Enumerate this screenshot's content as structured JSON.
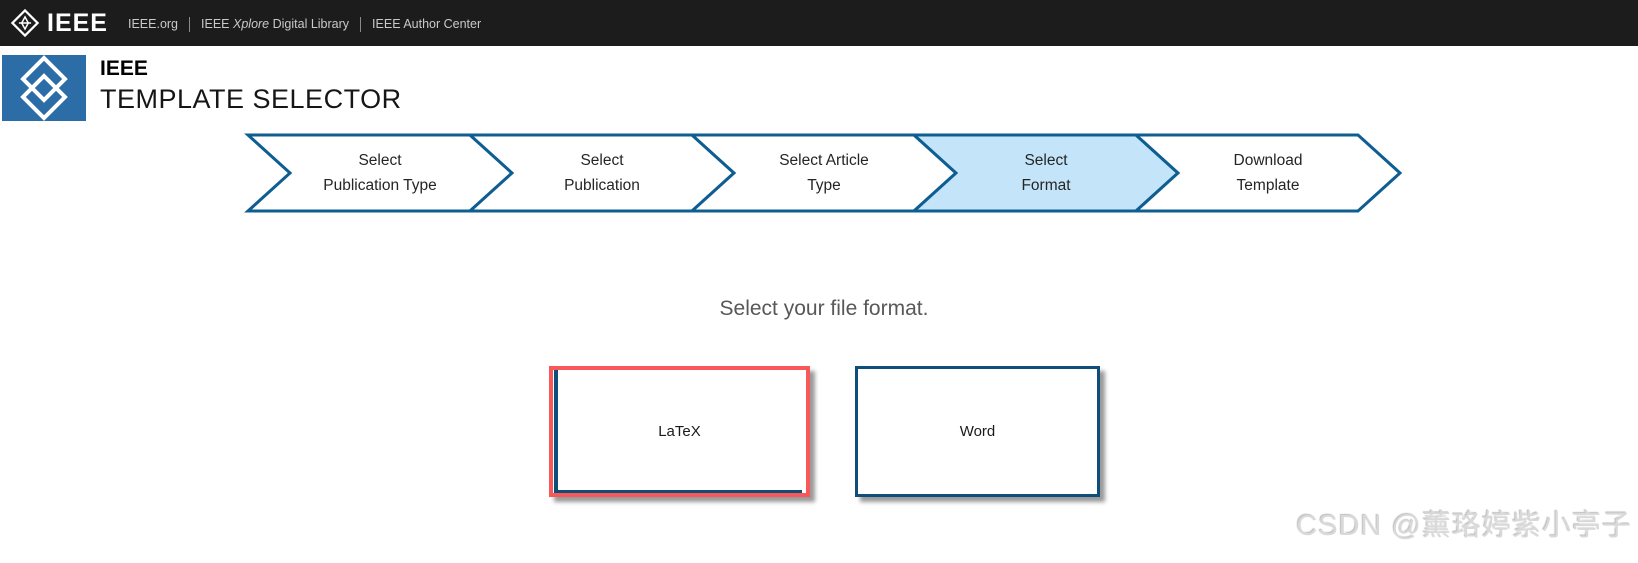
{
  "topbar": {
    "brand": "IEEE",
    "links": {
      "ieee_org": "IEEE.org",
      "xplore_prefix": "IEEE",
      "xplore_italic": "Xplore",
      "xplore_suffix": "Digital Library",
      "author_center": "IEEE Author Center"
    }
  },
  "header": {
    "brand": "IEEE",
    "title": "TEMPLATE SELECTOR"
  },
  "icons": {
    "topbar_logo": "ieee-diamond-kite",
    "header_logo": "stacked-diamonds"
  },
  "stepper": {
    "steps": [
      {
        "line1": "Select",
        "line2": "Publication Type",
        "active": false
      },
      {
        "line1": "Select",
        "line2": "Publication",
        "active": false
      },
      {
        "line1": "Select Article",
        "line2": "Type",
        "active": false
      },
      {
        "line1": "Select",
        "line2": "Format",
        "active": true
      },
      {
        "line1": "Download",
        "line2": "Template",
        "active": false
      }
    ]
  },
  "main": {
    "prompt": "Select your file format.",
    "options": [
      {
        "label": "LaTeX",
        "selected": true
      },
      {
        "label": "Word",
        "selected": false
      }
    ]
  },
  "watermark": "CSDN @薰珞婷紫小亭子",
  "colors": {
    "topbar_bg": "#1c1c1c",
    "logo_blue": "#2d6da7",
    "accent_blue": "#0f5e92",
    "active_step_fill": "#c4e5f9",
    "card_border": "#0f4e78",
    "selected_red": "#f95859"
  }
}
